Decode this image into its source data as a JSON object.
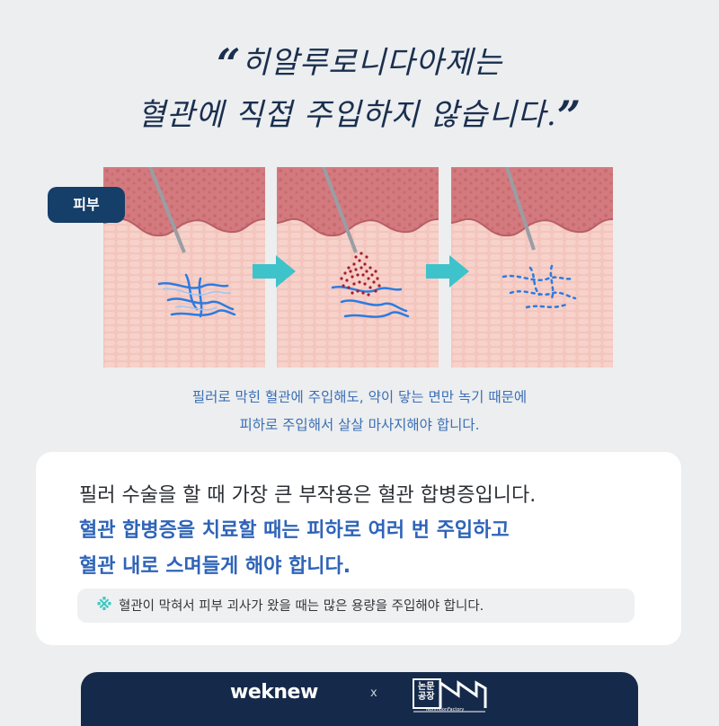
{
  "title": {
    "line1": "히알루로니다아제는",
    "line2": "혈관에 직접 주입하지 않습니다.",
    "open_quote": "“",
    "close_quote": "”"
  },
  "figure": {
    "skin_label": "피부",
    "caption_line1": "필러로 막힌 혈관에 주입해도, 약이 닿는 면만 녹기 때문에",
    "caption_line2": "피하로 주입해서 살살 마사지해야 합니다."
  },
  "card": {
    "line1": "필러 수술을 할 때 가장 큰 부작용은 혈관 합병증입니다.",
    "line2": "혈관 합병증을 치료할 때는 피하로 여러 번 주입하고",
    "line3": "혈관 내로 스며들게 해야 합니다.",
    "note_mark": "※",
    "note": "혈관이 막혀서 피부 괴사가 왔을 때는 많은 용량을 주입해야 합니다."
  },
  "footer": {
    "brand": "weknew",
    "times": "x",
    "partner_line1": "논문",
    "partner_line2": "공장",
    "partner_sub": "NonmoonFactory"
  },
  "colors": {
    "navy": "#153e69",
    "accent_blue": "#2f64b8",
    "teal": "#3fc7c0",
    "skin": "#f2c0b8",
    "dermis": "#d47a7e"
  }
}
